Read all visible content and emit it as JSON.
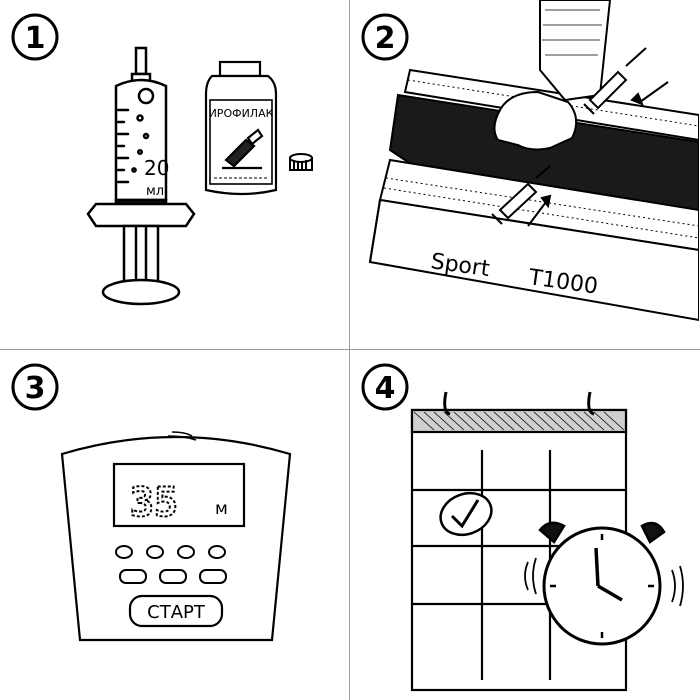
{
  "steps": [
    {
      "number": "1",
      "syringe_volume": "20",
      "syringe_unit": "мл",
      "bottle_label": "ИРОФИЛАК"
    },
    {
      "number": "2",
      "device_brand": "Sport",
      "device_model": "T1000"
    },
    {
      "number": "3",
      "display_value": "35",
      "display_unit": "м",
      "start_button": "СТАРТ"
    },
    {
      "number": "4"
    }
  ]
}
